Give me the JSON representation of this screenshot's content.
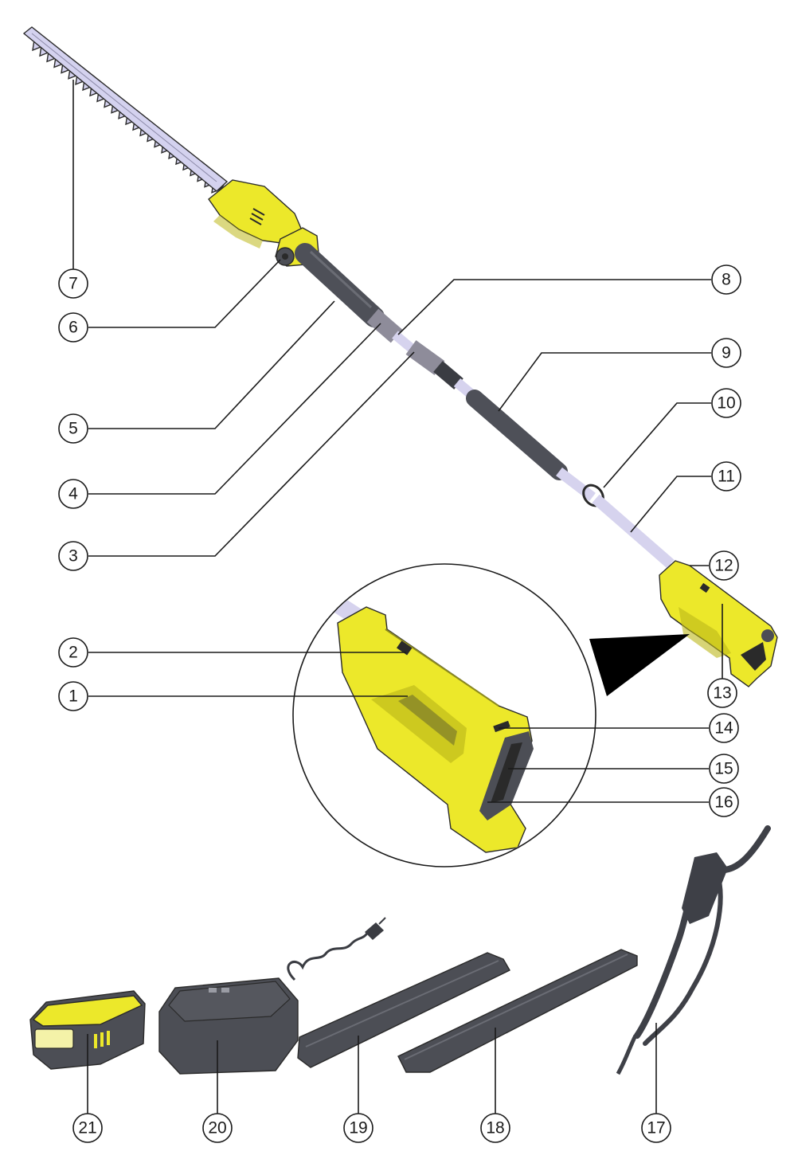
{
  "colors": {
    "yellow": "#ECE82A",
    "yellow_dark": "#BDB81A",
    "grip": "#4E5058",
    "grip_dark": "#3A3C42",
    "tube": "#D6D3EE",
    "blade": "#D4D2EF",
    "dark_part": "#4C4E55",
    "strap": "#3E4047"
  },
  "callouts": [
    {
      "id": "1",
      "label": "1"
    },
    {
      "id": "2",
      "label": "2"
    },
    {
      "id": "3",
      "label": "3"
    },
    {
      "id": "4",
      "label": "4"
    },
    {
      "id": "5",
      "label": "5"
    },
    {
      "id": "6",
      "label": "6"
    },
    {
      "id": "7",
      "label": "7"
    },
    {
      "id": "8",
      "label": "8"
    },
    {
      "id": "9",
      "label": "9"
    },
    {
      "id": "10",
      "label": "10"
    },
    {
      "id": "11",
      "label": "11"
    },
    {
      "id": "12",
      "label": "12"
    },
    {
      "id": "13",
      "label": "13"
    },
    {
      "id": "14",
      "label": "14"
    },
    {
      "id": "15",
      "label": "15"
    },
    {
      "id": "16",
      "label": "16"
    },
    {
      "id": "17",
      "label": "17"
    },
    {
      "id": "18",
      "label": "18"
    },
    {
      "id": "19",
      "label": "19"
    },
    {
      "id": "20",
      "label": "20"
    },
    {
      "id": "21",
      "label": "21"
    }
  ]
}
